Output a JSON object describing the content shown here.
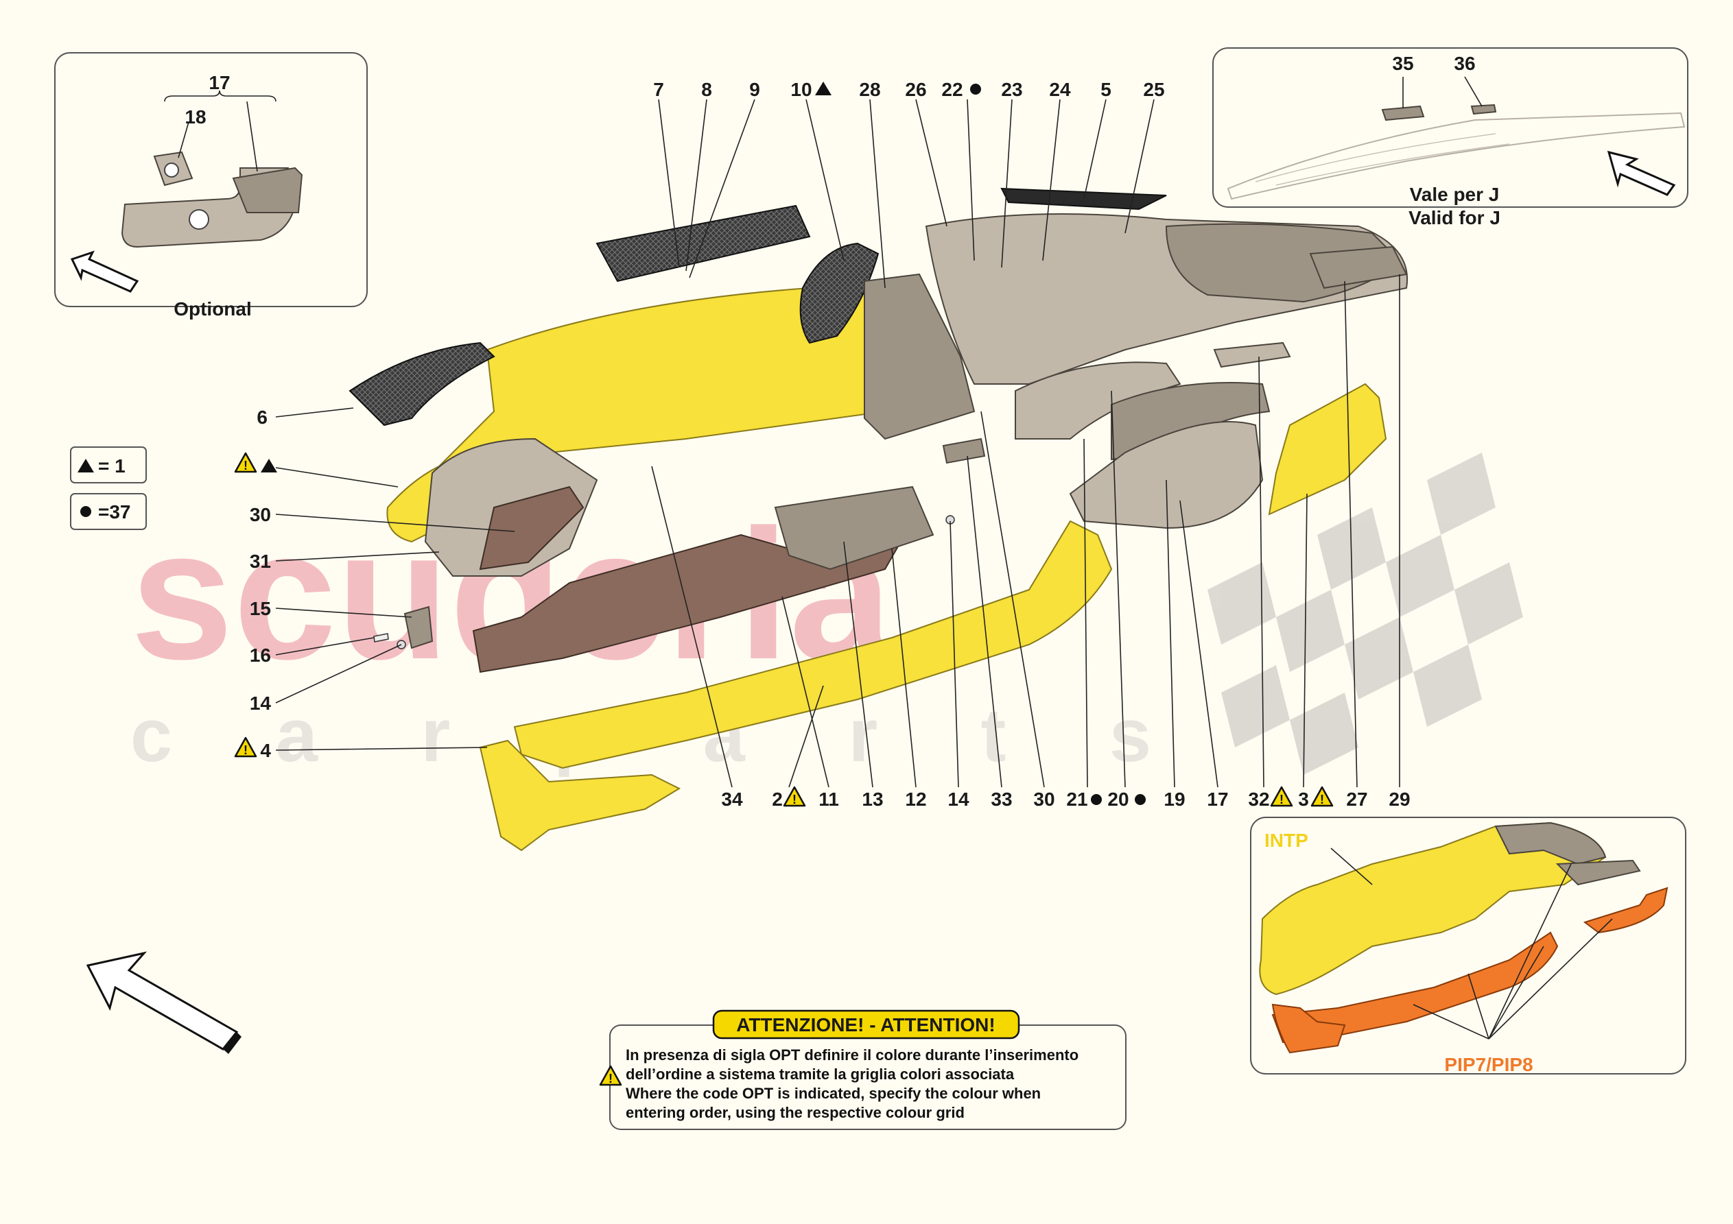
{
  "watermark": {
    "brand": "scuderia",
    "sub": "c a r   p a r t s"
  },
  "inset_optional": {
    "label": "Optional",
    "callouts": [
      "17",
      "18"
    ]
  },
  "inset_j": {
    "line1": "Vale per J",
    "line2": "Valid for J",
    "callouts": [
      "35",
      "36"
    ]
  },
  "inset_trim": {
    "label_top": "INTP",
    "label_bottom": "PIP7/PIP8"
  },
  "legend": [
    {
      "symbol": "triangle",
      "text": "= 1"
    },
    {
      "symbol": "dot",
      "text": "=37"
    }
  ],
  "callouts_top": [
    "7",
    "8",
    "9",
    "10",
    "28",
    "26",
    "22",
    "23",
    "24",
    "5",
    "25"
  ],
  "callouts_left": [
    "6",
    "30",
    "31",
    "15",
    "16",
    "14",
    "4"
  ],
  "callouts_bottom": [
    "34",
    "2",
    "11",
    "13",
    "12",
    "14",
    "33",
    "30",
    "21",
    "20",
    "19",
    "17",
    "32",
    "3",
    "27",
    "29"
  ],
  "attention": {
    "title": "ATTENZIONE! - ATTENTION!",
    "line1": "In presenza di sigla OPT definire il colore durante l’inserimento",
    "line2": "dell’ordine a sistema tramite la griglia colori associata",
    "line3": "Where the code OPT is indicated, specify the colour when",
    "line4": "entering order, using the respective colour grid"
  },
  "colors": {
    "yellow": "#f7e13a",
    "orange": "#f07a2a",
    "warning": "#f5d800",
    "watermark_red": "#f2b8bd"
  }
}
